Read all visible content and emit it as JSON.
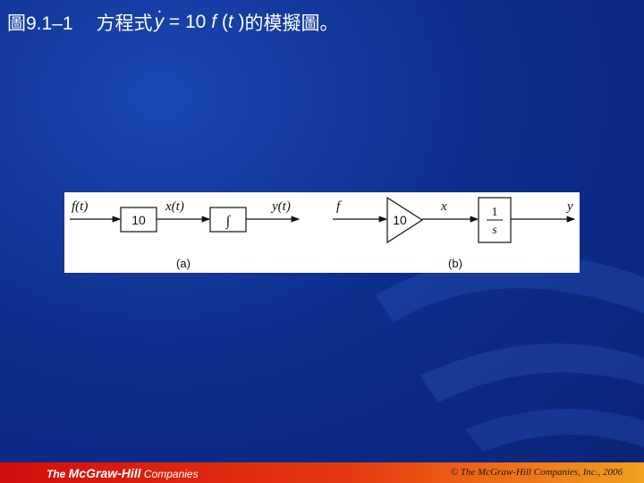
{
  "slide": {
    "figure_label": "圖9.1–1",
    "title": {
      "prefix": "方程式",
      "y": "y",
      "equals_ten": " = 10 ",
      "f": "f",
      "open": " (",
      "t": "t",
      "close": " )",
      "suffix": "的模擬圖。"
    }
  },
  "diagram_a": {
    "input_label": "f(t)",
    "gain_label": "10",
    "mid_label": "x(t)",
    "integrator_label": "∫",
    "output_label": "y(t)",
    "caption": "(a)"
  },
  "diagram_b": {
    "input_label": "f",
    "gain_label": "10",
    "mid_label": "x",
    "tf_numerator": "1",
    "tf_denominator": "s",
    "output_label": "y",
    "caption": "(b)"
  },
  "footer": {
    "logo_prefix": "The ",
    "logo_brand": "McGraw-Hill",
    "logo_suffix": " Companies",
    "copyright": "© The McGraw-Hill Companies, Inc., 2006"
  },
  "colors": {
    "background": "#0e2f8f",
    "footer_start": "#d20d0d",
    "footer_end": "#f2a01e",
    "title_text": "#ffffff"
  }
}
